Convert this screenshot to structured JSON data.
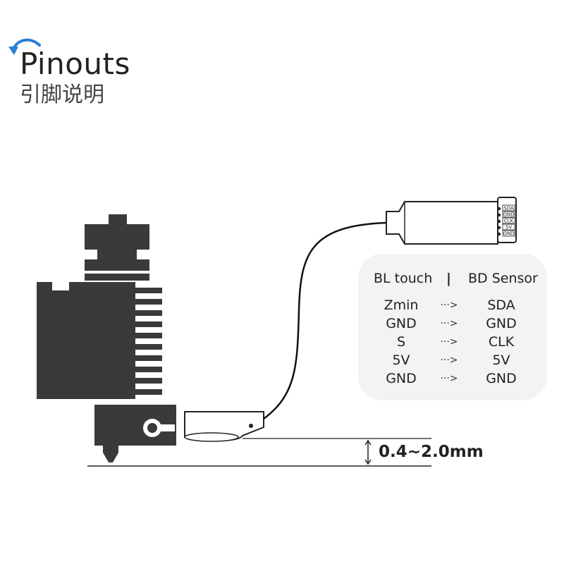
{
  "header": {
    "title": "Pinouts",
    "subtitle": "引脚说明"
  },
  "pin_table": {
    "col_left": "BL touch",
    "separator": "|",
    "col_right": "BD Sensor",
    "arrow": "···>",
    "rows": [
      {
        "left": "Zmin",
        "right": "SDA"
      },
      {
        "left": "GND",
        "right": "GND"
      },
      {
        "left": "S",
        "right": "CLK"
      },
      {
        "left": "5V",
        "right": "5V"
      },
      {
        "left": "GND",
        "right": "GND"
      }
    ]
  },
  "connector_pins": [
    "SDA",
    "GND",
    "CLK",
    "5V",
    "GND"
  ],
  "dimension_label": "0.4~2.0mm",
  "colors": {
    "hotend": "#3a3a3a",
    "accent_arrow": "#2a7fd4",
    "table_bg": "#f3f3f3"
  }
}
